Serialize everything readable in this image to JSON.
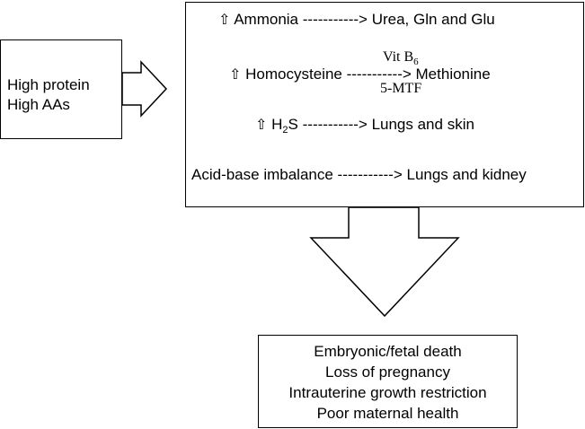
{
  "input": {
    "line1": "High protein",
    "line2": "High AAs"
  },
  "effects": {
    "ammonia": {
      "arrow_glyph": "⇧",
      "subject": "Ammonia",
      "connector": "----------->",
      "result": "Urea, Gln and Glu"
    },
    "homocysteine": {
      "arrow_glyph": "⇧",
      "subject": "Homocysteine",
      "connector": "-----------",
      "result": "> Methionine",
      "cofactor_top_base": "Vit B",
      "cofactor_top_sub": "6",
      "cofactor_bottom": "5-MTF"
    },
    "h2s": {
      "arrow_glyph": "⇧",
      "subject_pre": "H",
      "subject_sub": "2",
      "subject_post": "S",
      "connector": "----------->",
      "result": "Lungs and skin"
    },
    "acid_base": {
      "subject": "Acid-base imbalance",
      "connector": "----------->",
      "result": "Lungs and kidney"
    }
  },
  "outcomes": [
    "Embryonic/fetal death",
    "Loss of pregnancy",
    "Intrauterine growth restriction",
    "Poor maternal health"
  ]
}
